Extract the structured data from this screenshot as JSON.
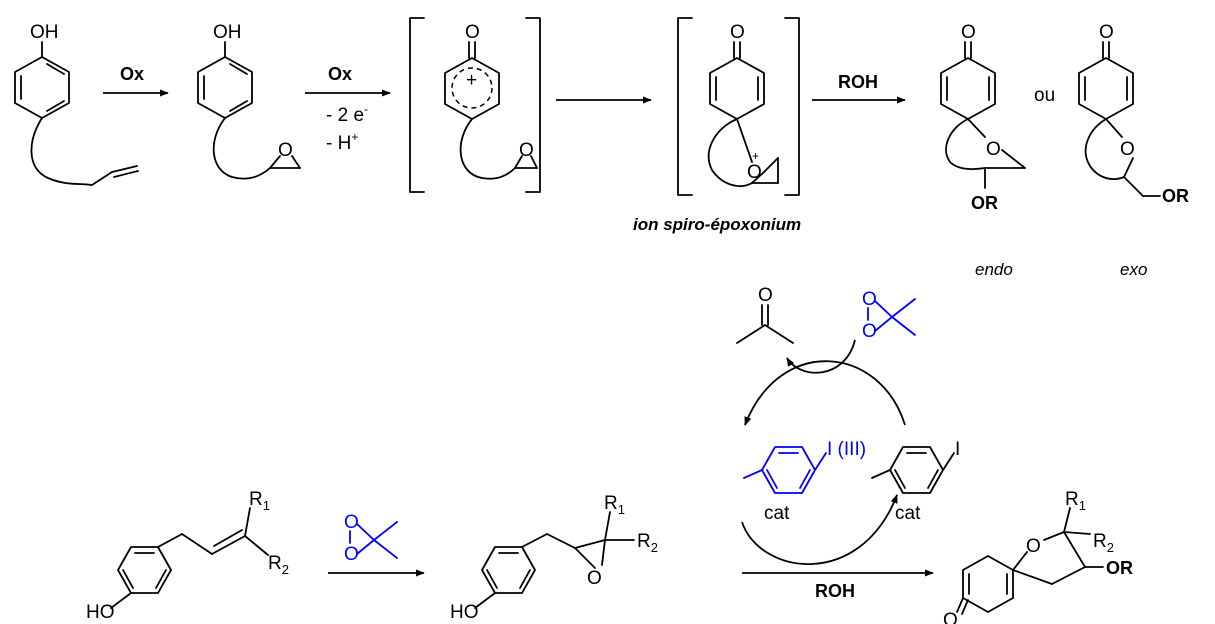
{
  "colors": {
    "reagent": "#0000ff",
    "ink": "#000000"
  },
  "atoms": {
    "OH": "OH",
    "O": "O",
    "HO": "HO",
    "I": "I",
    "R": "R",
    "plus": "+",
    "sub1": "1",
    "sub2": "2"
  },
  "top": {
    "step1": "Ox",
    "step2": {
      "reagent": "Ox",
      "cond1": "- 2 e",
      "cond1_sup": "-",
      "cond2": "- H",
      "cond2_sup": "+"
    },
    "step4": "ROH",
    "or_word": "ou",
    "OR": "OR",
    "caption_prefix": "ion ",
    "caption_italic": "spiro-époxonium",
    "endo": "endo",
    "exo": "exo"
  },
  "bottom": {
    "iodine_label": "I (III)",
    "cat": "cat",
    "ROH": "ROH",
    "OR": "OR"
  }
}
